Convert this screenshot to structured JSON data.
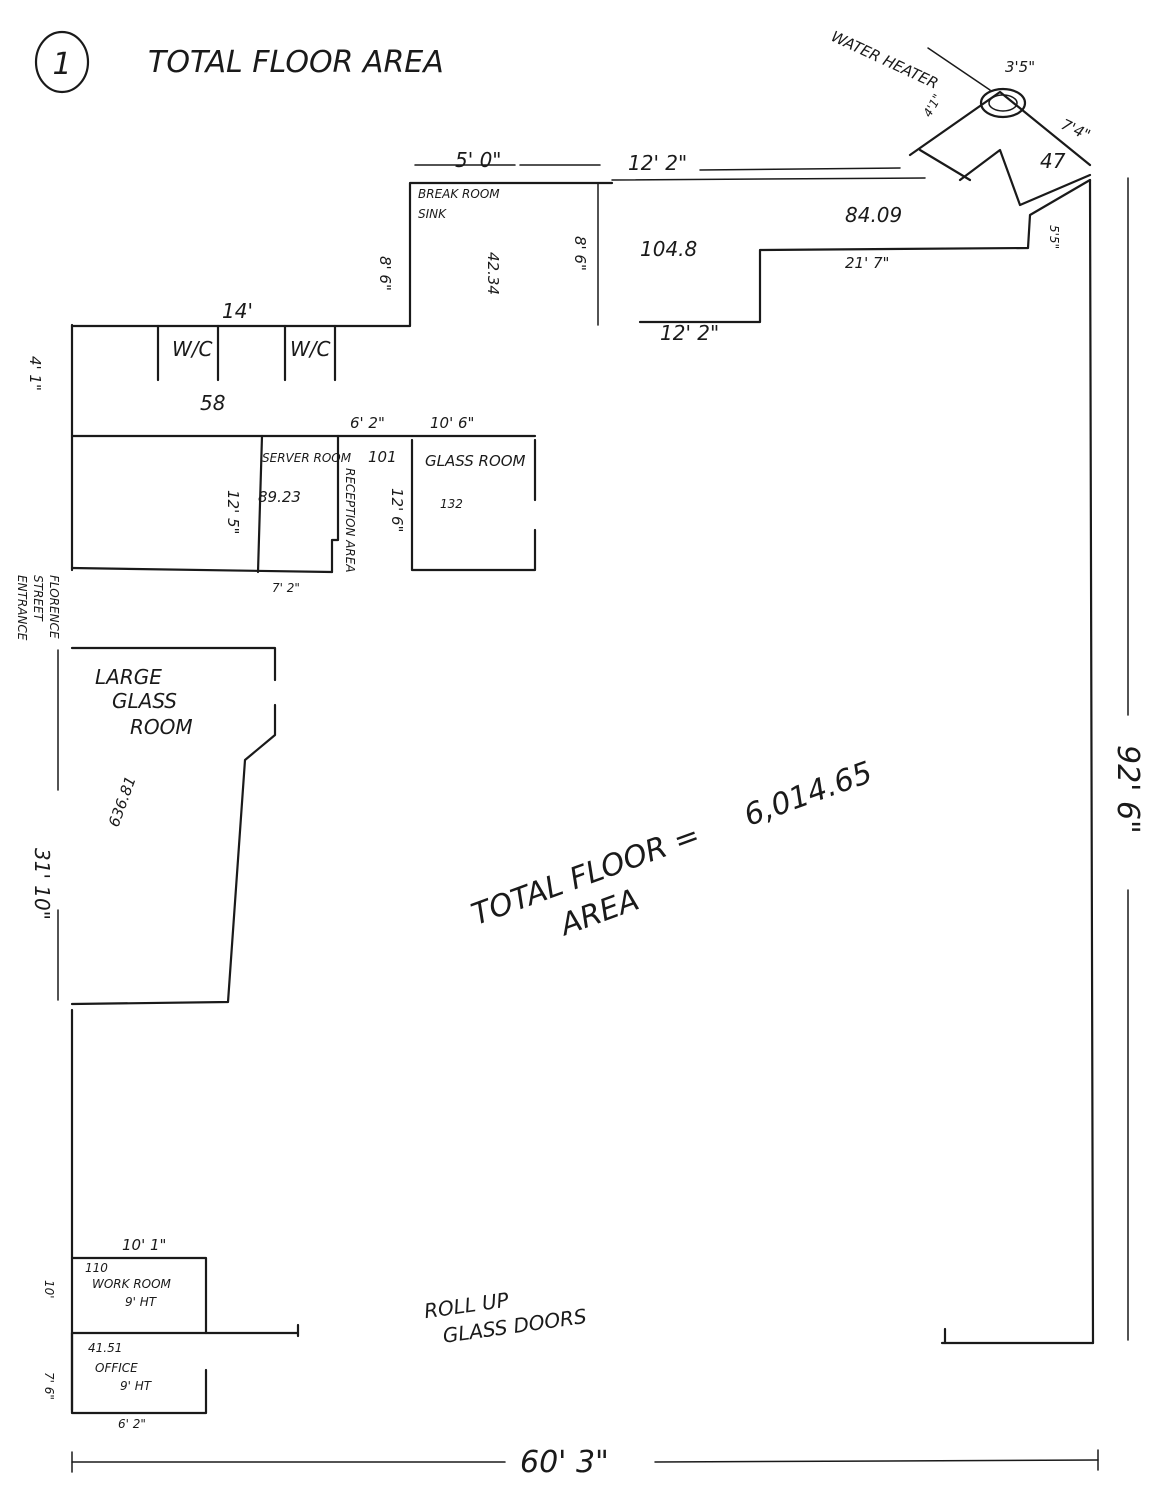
{
  "header": {
    "number": "1",
    "title": "TOTAL FLOOR AREA"
  },
  "total": {
    "label_line1": "TOTAL FLOOR =",
    "value": "6,014.65",
    "label_line2": "AREA"
  },
  "dims": {
    "width": "60' 3\"",
    "height": "92' 6\"",
    "left_side": "31' 10\"",
    "top_14": "14'",
    "top_5": "5' 0\"",
    "top_12_2": "12' 2\"",
    "bottom_12_2": "12' 2\"",
    "h_21_7": "21' 7\"",
    "v_8_6": "8' 6\"",
    "v_8_6b": "8' 6\"",
    "v_4_1": "4' 1\"",
    "v_12_5": "12' 5\"",
    "v_12_6": "12' 6\"",
    "d_6_2": "6' 2\"",
    "d_10_6": "10' 6\"",
    "d_7_2": "7' 2\"",
    "d_10_1": "10' 1\"",
    "d_6_2b": "6' 2\"",
    "d_10": "10'",
    "d_7_6": "7' 6\"",
    "wh_3_5": "3'5\"",
    "wh_7_4": "7'4\"",
    "wh_5_5": "5'5\"",
    "wh_4_1": "4'1\""
  },
  "rooms": {
    "break": {
      "name": "BREAK ROOM",
      "sink": "SINK",
      "area": "42.34"
    },
    "corner": {
      "area": "104.8"
    },
    "hall": {
      "area": "84.09"
    },
    "water_heater": {
      "name": "WATER HEATER",
      "area": "47"
    },
    "restroom": {
      "wc1": "W/C",
      "wc2": "W/C",
      "area": "58"
    },
    "server": {
      "name": "SERVER ROOM",
      "area": "89.23"
    },
    "reception": {
      "name": "RECEPTION AREA",
      "area": "101"
    },
    "glass": {
      "name": "GLASS ROOM",
      "area": "132"
    },
    "large_glass": {
      "name_line1": "LARGE",
      "name_line2": "GLASS",
      "name_line3": "ROOM",
      "area": "636.81"
    },
    "entrance": {
      "line1": "FLORENCE",
      "line2": "STREET",
      "line3": "ENTRANCE"
    },
    "work": {
      "name": "WORK ROOM",
      "height": "9' HT",
      "area": "110"
    },
    "office": {
      "name": "OFFICE",
      "height": "9' HT",
      "area": "41.51"
    },
    "doors": {
      "line1": "ROLL UP",
      "line2": "GLASS DOORS"
    }
  }
}
